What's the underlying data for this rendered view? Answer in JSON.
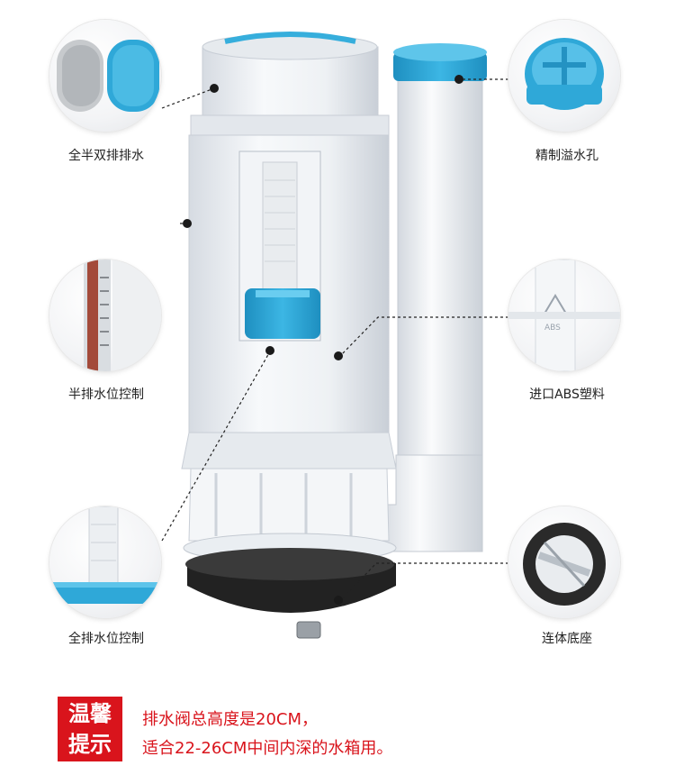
{
  "features": {
    "full_half_flush": "全半双排排水",
    "overflow_hole": "精制溢水孔",
    "half_level_control": "半排水位控制",
    "abs_plastic": "进口ABS塑料",
    "full_level_control": "全排水位控制",
    "base_seat": "连体底座"
  },
  "tip": {
    "badge_line1": "温馨",
    "badge_line2": "提示",
    "line1": "排水阀总高度是20CM，",
    "line2": "适合22-26CM中间内深的水箱用。"
  },
  "colors": {
    "accent_blue": "#2fa8d8",
    "tip_red": "#d9141c",
    "body_white": "#eef1f4",
    "rubber_black": "#222222"
  }
}
